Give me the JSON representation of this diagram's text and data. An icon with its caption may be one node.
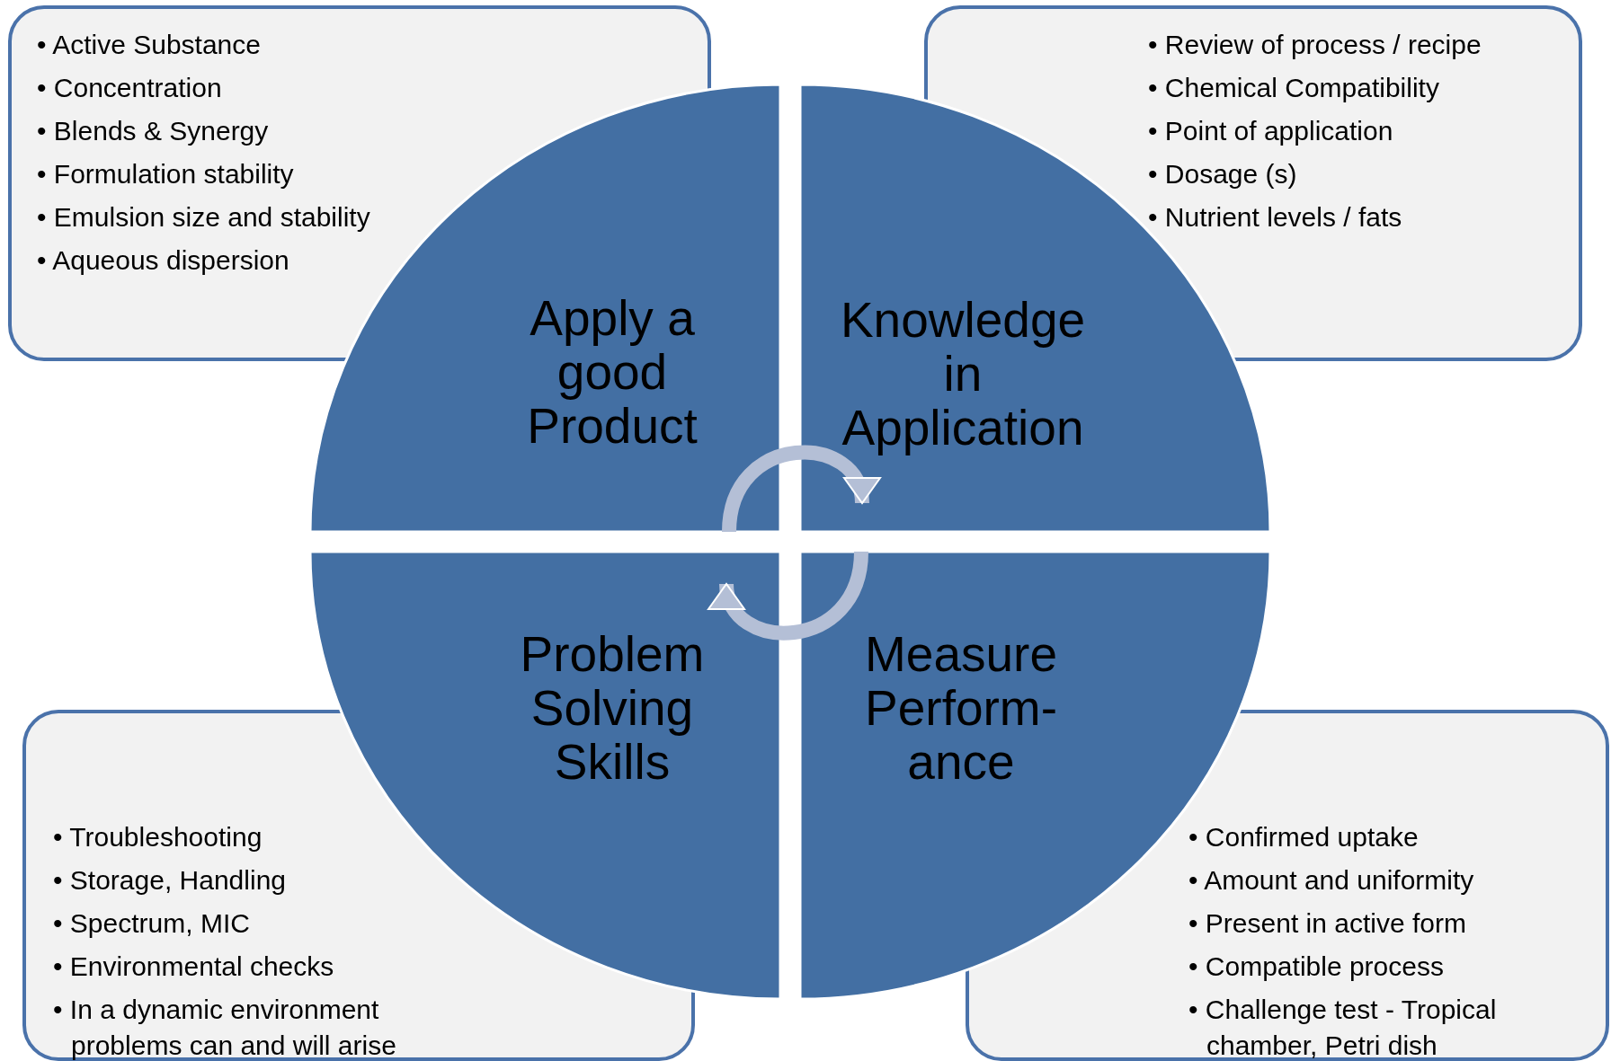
{
  "diagram": {
    "nodes": [
      {
        "text": [
          "• Active Substance",
          "• Concentration",
          "• Blends & Synergy",
          "• Formulation stability",
          "• Emulsion size and stability",
          "• Aqueous dispersion"
        ]
      },
      {
        "text": [
          "• Review of process / recipe",
          "• Chemical Compatibility",
          "• Point of application",
          "• Dosage (s)",
          "• Nutrient levels / fats"
        ]
      },
      {
        "text": [
          "Apply a good Product"
        ]
      },
      {
        "text": [
          "Knowledge in Application"
        ]
      },
      {
        "text": [
          "Problem Solving Skills"
        ]
      },
      {
        "text": [
          "Measure Perform- ance"
        ]
      },
      {
        "text": [
          "• Troubleshooting",
          "• Storage, Handling",
          "• Spectrum, MIC",
          "• Environmental checks",
          "• In a dynamic environment problems can and will arise"
        ]
      },
      {
        "text": [
          "• Confirmed uptake",
          "• Amount and uniformity",
          "• Present in active form",
          "• Compatible process",
          "• Challenge test - Tropical chamber, Petri dish"
        ]
      }
    ],
    "edges": [
      {
        "from": 2,
        "to": 3,
        "arrow": "to"
      },
      {
        "from": 5,
        "to": 4,
        "arrow": "to"
      }
    ]
  }
}
